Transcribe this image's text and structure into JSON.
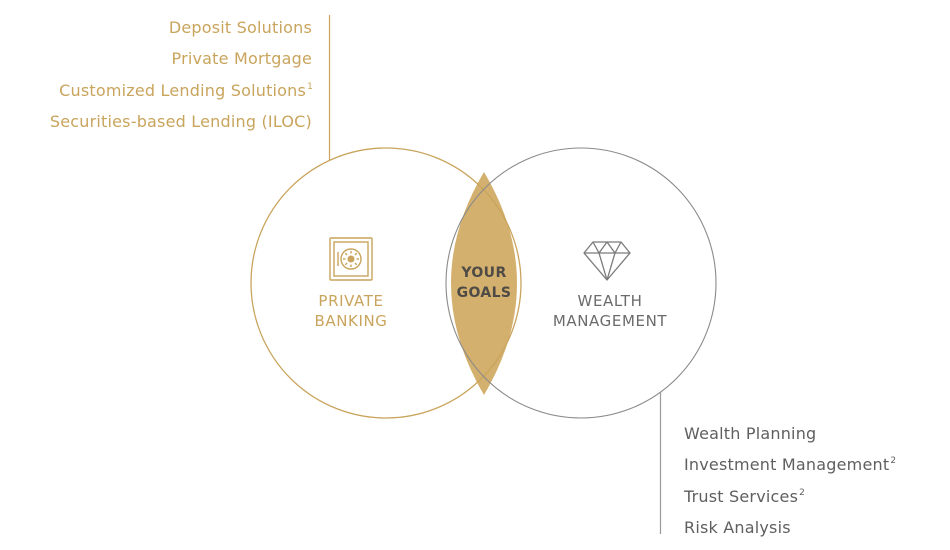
{
  "colors": {
    "gold": "#c9a45c",
    "lens_fill": "#d4b06e",
    "gray": "#8a8a8a",
    "dark_text": "#4e4a45"
  },
  "private_banking": {
    "label_line1": "PRIVATE",
    "label_line2": "BANKING",
    "icon": "vault-safe-icon",
    "services": [
      {
        "text": "Deposit Solutions",
        "sup": ""
      },
      {
        "text": "Private Mortgage",
        "sup": ""
      },
      {
        "text": "Customized Lending Solutions",
        "sup": "1"
      },
      {
        "text": "Securities-based Lending (ILOC)",
        "sup": ""
      }
    ]
  },
  "center": {
    "line1": "YOUR",
    "line2": "GOALS"
  },
  "wealth_management": {
    "label_line1": "WEALTH",
    "label_line2": "MANAGEMENT",
    "icon": "diamond-icon",
    "services": [
      {
        "text": "Wealth Planning",
        "sup": ""
      },
      {
        "text": "Investment Management",
        "sup": "2"
      },
      {
        "text": "Trust Services",
        "sup": "2"
      },
      {
        "text": "Risk Analysis",
        "sup": ""
      }
    ]
  }
}
